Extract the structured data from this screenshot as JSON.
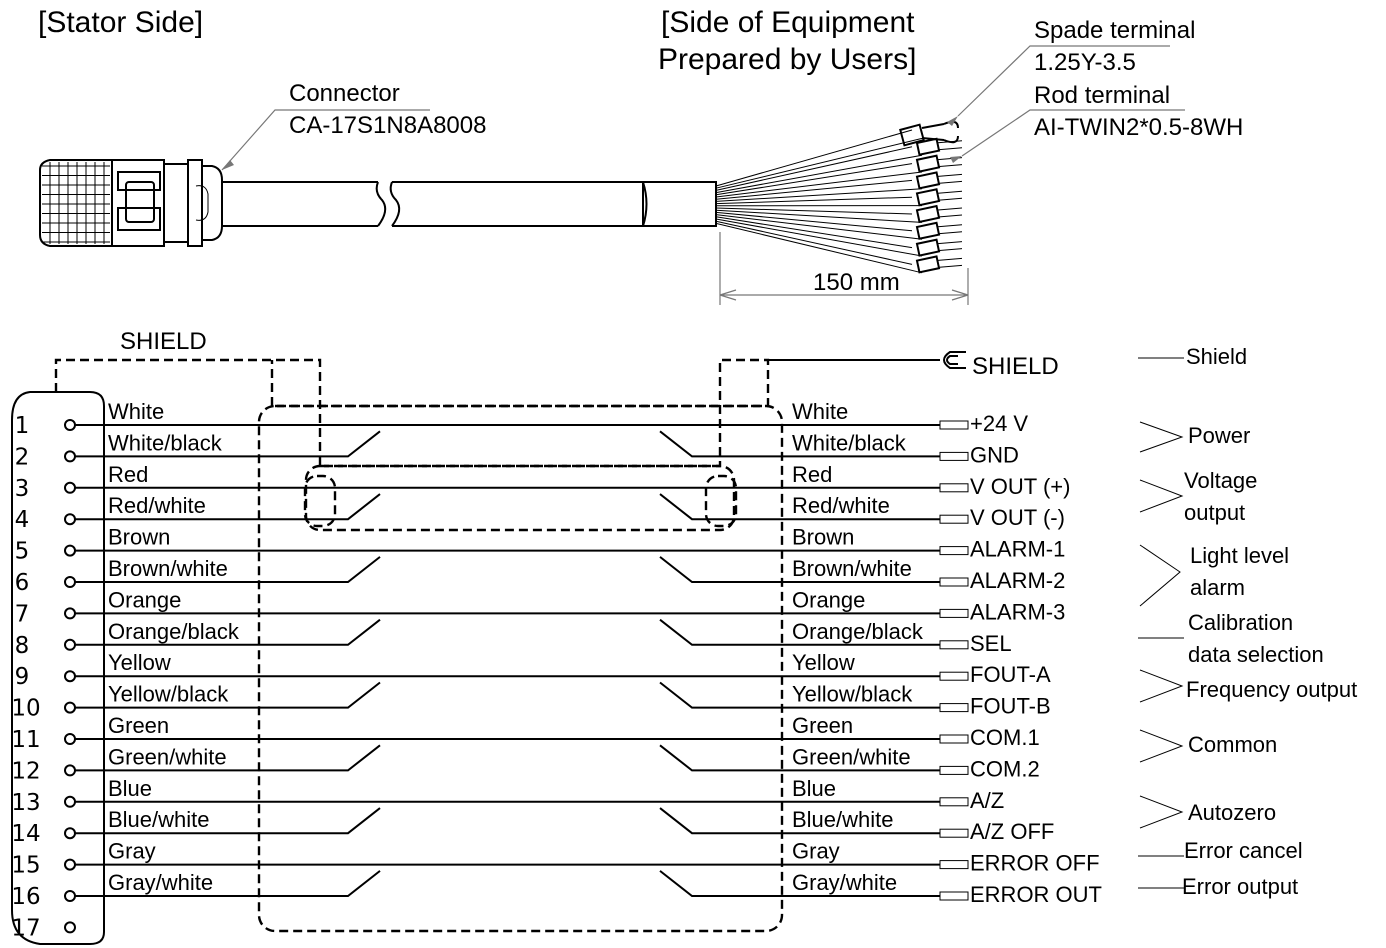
{
  "headings": {
    "stator_side": "[Stator Side]",
    "equipment_side_line1": "[Side of Equipment",
    "equipment_side_line2": "Prepared by Users]"
  },
  "callouts": {
    "connector_label": "Connector",
    "connector_part": "CA-17S1N8A8008",
    "spade_label": "Spade terminal",
    "spade_part": "1.25Y-3.5",
    "rod_label": "Rod terminal",
    "rod_part": "AI-TWIN2*0.5-8WH",
    "length": "150 mm"
  },
  "shield": {
    "left_label": "SHIELD",
    "right_label": "SHIELD",
    "function": "Shield"
  },
  "pins": [
    "1",
    "2",
    "3",
    "4",
    "5",
    "6",
    "7",
    "8",
    "9",
    "10",
    "11",
    "12",
    "13",
    "14",
    "15",
    "16",
    "17"
  ],
  "wires": [
    {
      "color": "White",
      "signal": "+24 V"
    },
    {
      "color": "White/black",
      "signal": "GND"
    },
    {
      "color": "Red",
      "signal": "V OUT (+)"
    },
    {
      "color": "Red/white",
      "signal": "V OUT (-)"
    },
    {
      "color": "Brown",
      "signal": "ALARM-1"
    },
    {
      "color": "Brown/white",
      "signal": "ALARM-2"
    },
    {
      "color": "Orange",
      "signal": "ALARM-3"
    },
    {
      "color": "Orange/black",
      "signal": "SEL"
    },
    {
      "color": "Yellow",
      "signal": "FOUT-A"
    },
    {
      "color": "Yellow/black",
      "signal": "FOUT-B"
    },
    {
      "color": "Green",
      "signal": "COM.1"
    },
    {
      "color": "Green/white",
      "signal": "COM.2"
    },
    {
      "color": "Blue",
      "signal": "A/Z"
    },
    {
      "color": "Blue/white",
      "signal": "A/Z OFF"
    },
    {
      "color": "Gray",
      "signal": "ERROR OFF"
    },
    {
      "color": "Gray/white",
      "signal": "ERROR OUT"
    }
  ],
  "functions": {
    "power": "Power",
    "voltage_1": "Voltage",
    "voltage_2": "output",
    "alarm_1": "Light level",
    "alarm_2": "alarm",
    "calib_1": "Calibration",
    "calib_2": "data selection",
    "frequency": "Frequency output",
    "common": "Common",
    "autozero": "Autozero",
    "error_cancel": "Error cancel",
    "error_output": "Error output"
  }
}
